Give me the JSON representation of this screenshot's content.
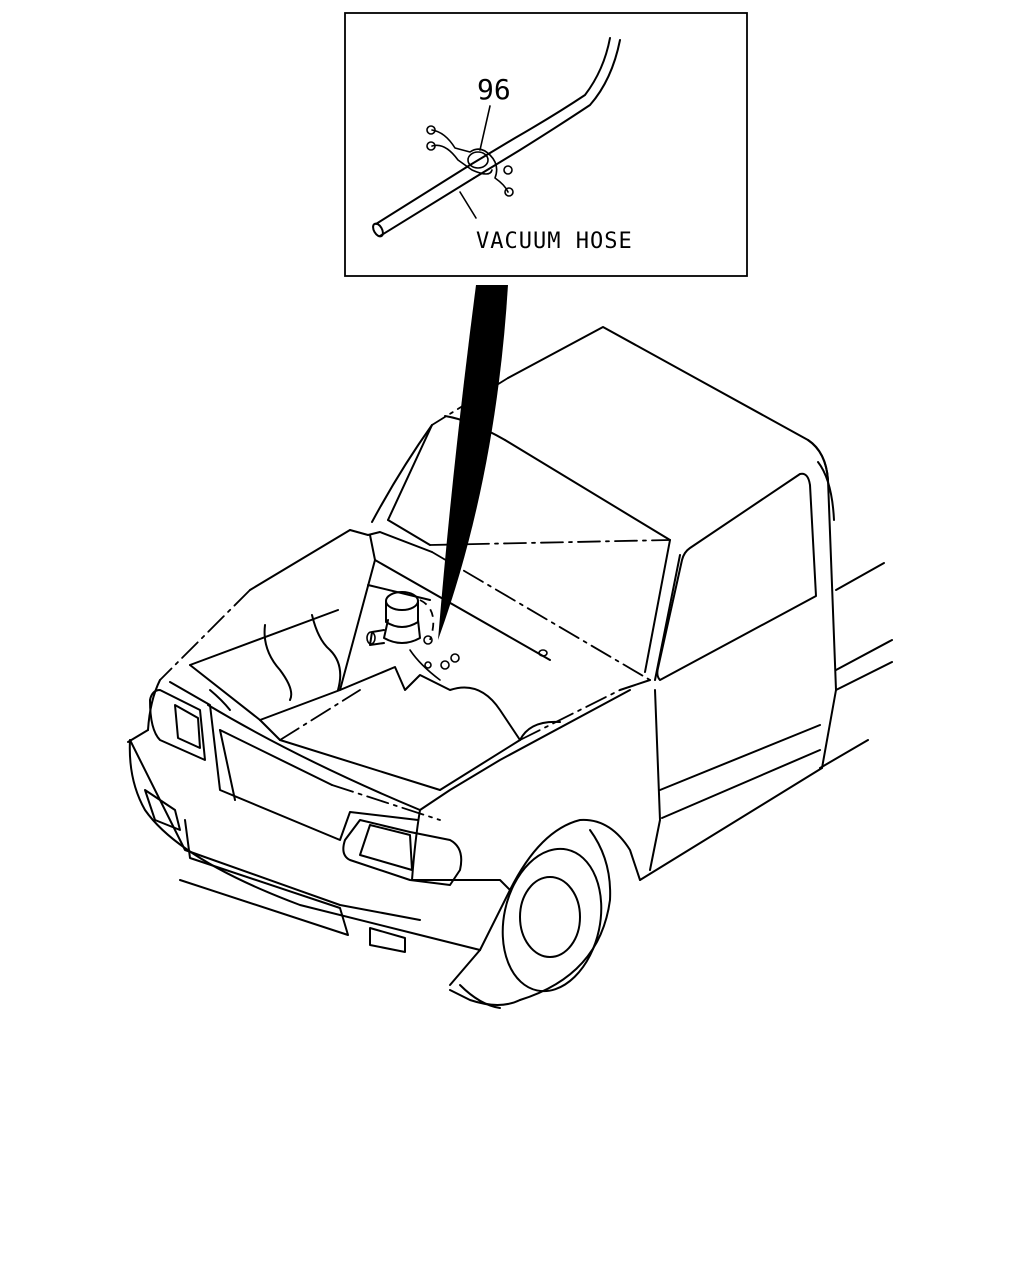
{
  "inset": {
    "part_number": "96",
    "part_label": "VACUUM HOSE"
  },
  "icons": {
    "pointer": "leader-wedge-icon",
    "vehicle": "pickup-truck-outline",
    "clip": "hose-clip-icon"
  }
}
